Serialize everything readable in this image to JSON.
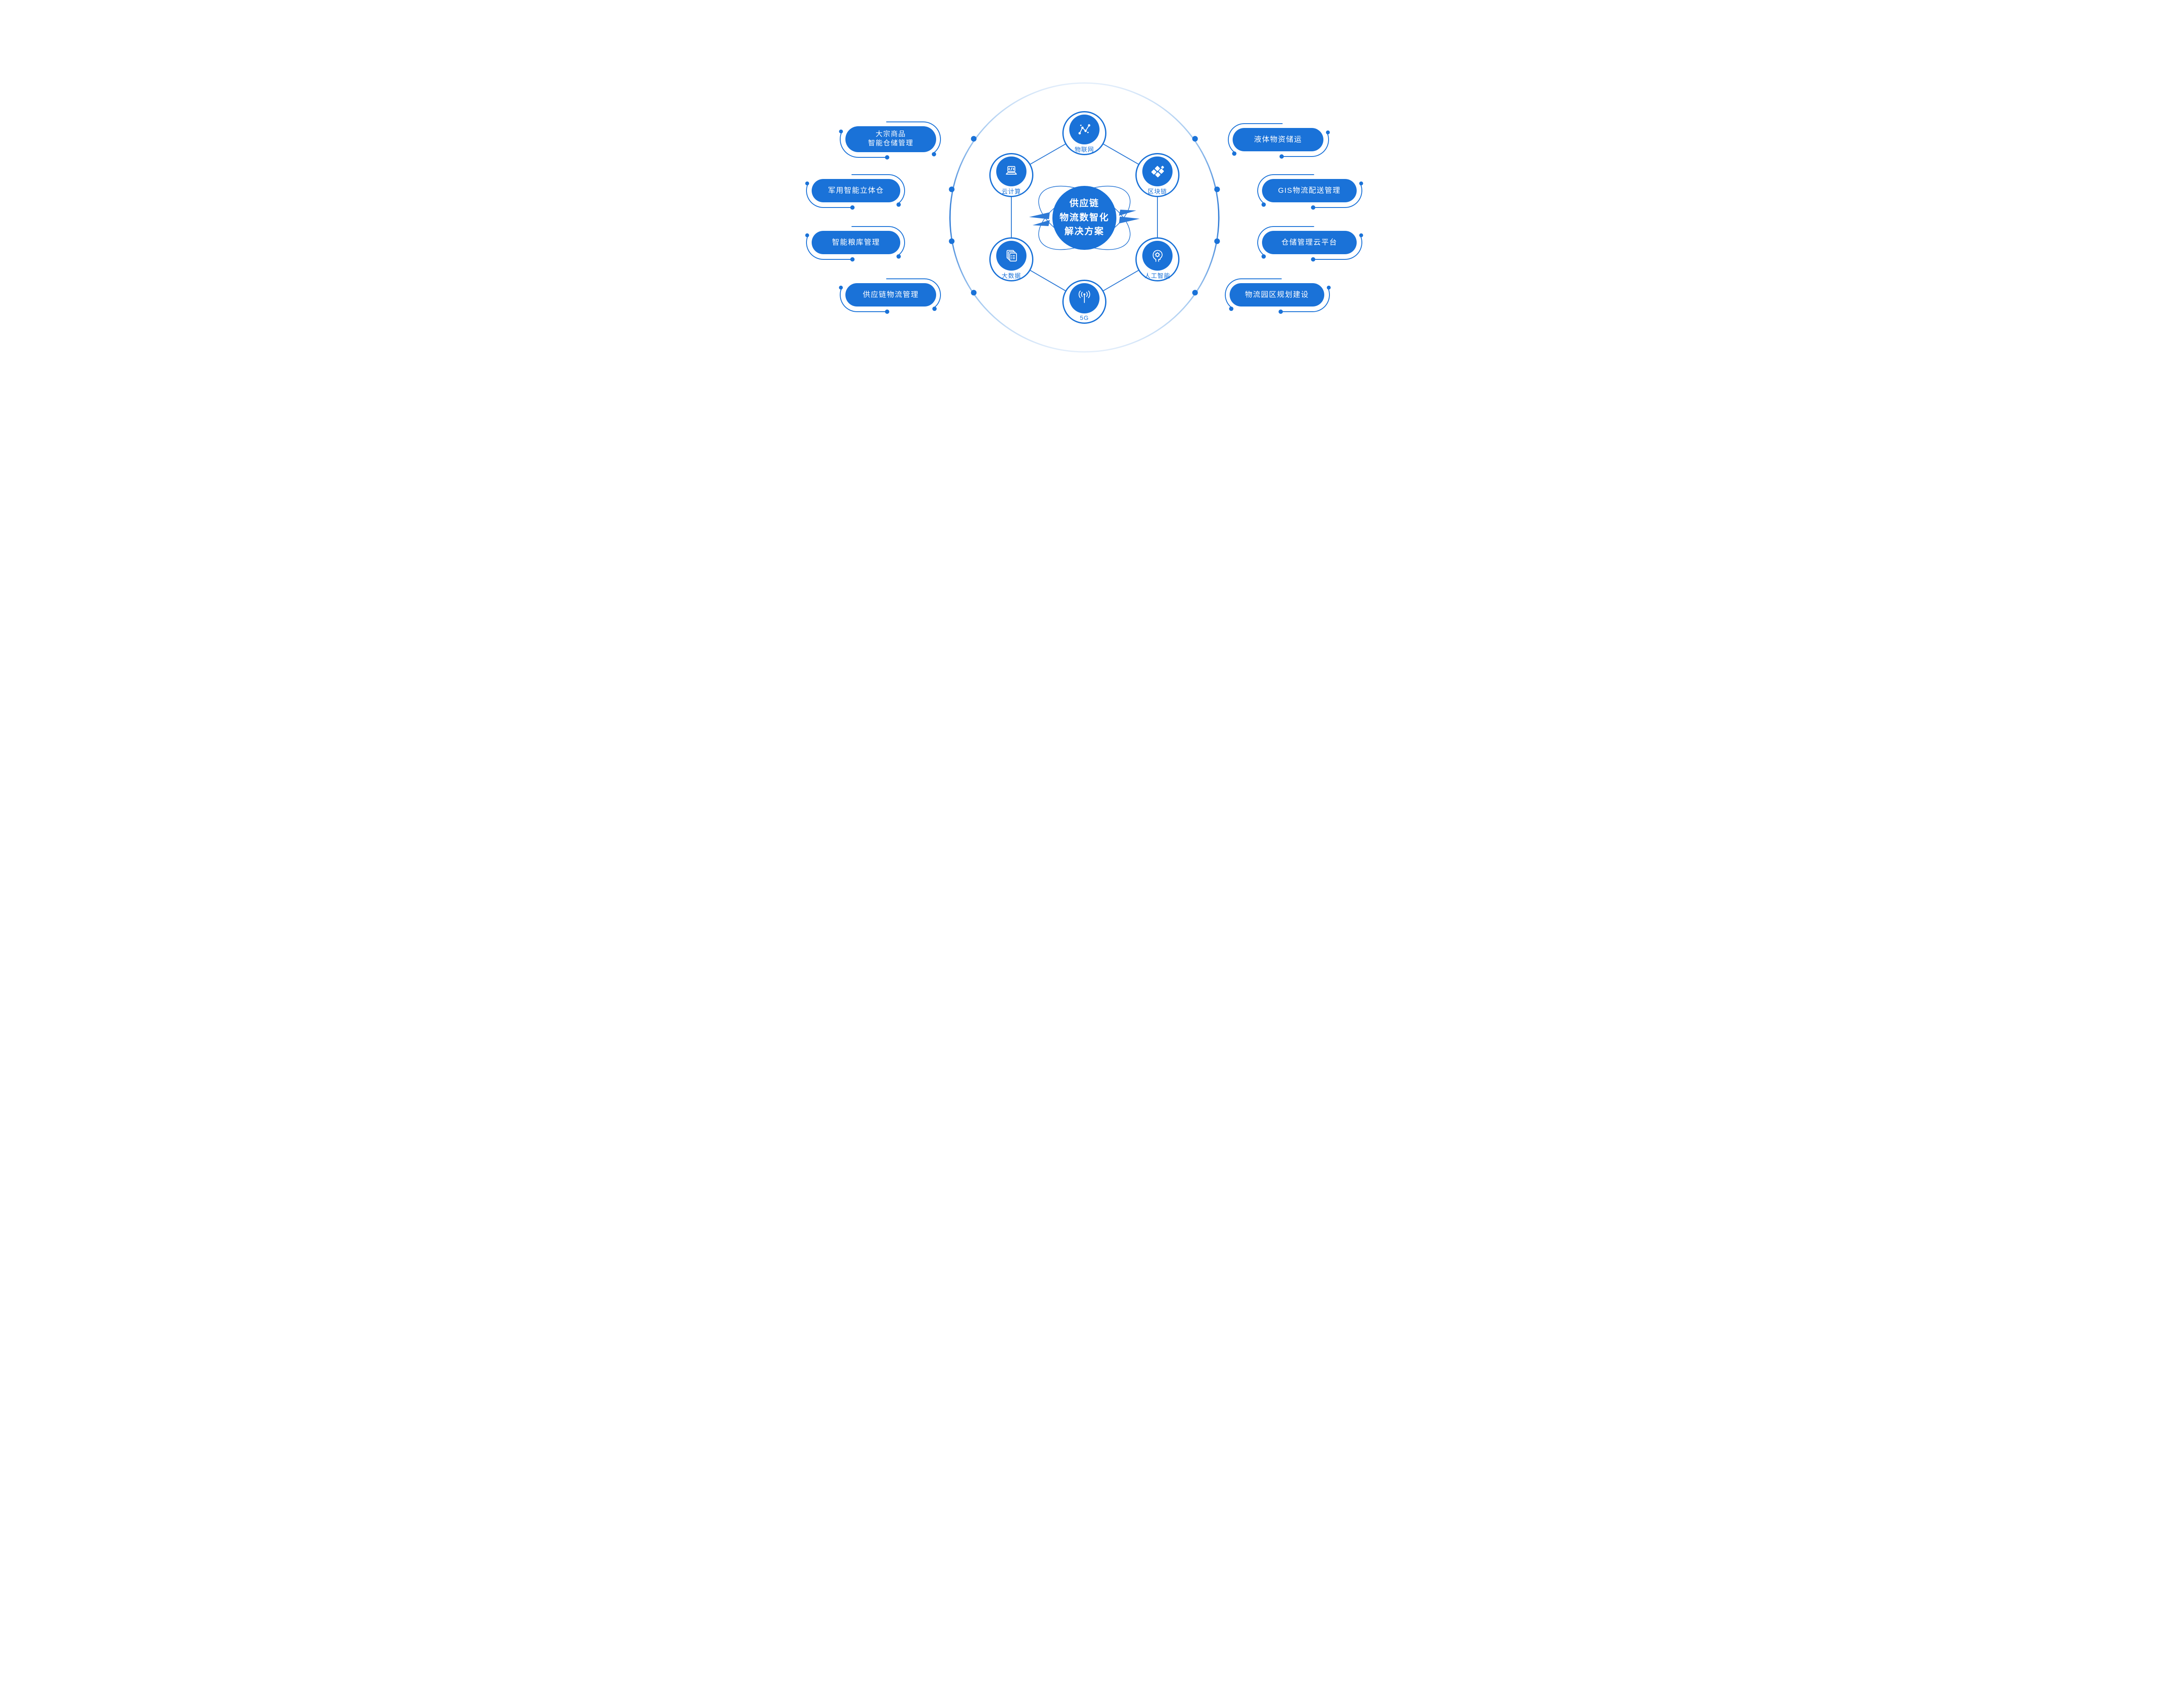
{
  "center": {
    "text": "供应链\n物流数智化\n解决方案"
  },
  "nodes": {
    "iot": {
      "label": "物联网"
    },
    "blockchain": {
      "label": "区块链"
    },
    "ai": {
      "label": "人工智能"
    },
    "g5": {
      "label": "5G"
    },
    "bigdata": {
      "label": "大数据"
    },
    "cloud": {
      "label": "云计算"
    }
  },
  "pills": {
    "left": [
      {
        "text": "大宗商品\n智能仓储管理"
      },
      {
        "text": "军用智能立体仓"
      },
      {
        "text": "智能粮库管理"
      },
      {
        "text": "供应链物流管理"
      }
    ],
    "right": [
      {
        "text": "液体物资储运"
      },
      {
        "text": "GIS物流配送管理"
      },
      {
        "text": "仓储管理云平台"
      },
      {
        "text": "物流园区规划建设"
      }
    ]
  },
  "colors": {
    "primary": "#1a72d8",
    "line": "#2e7ad6",
    "ring_light": "#d7e8fa"
  }
}
